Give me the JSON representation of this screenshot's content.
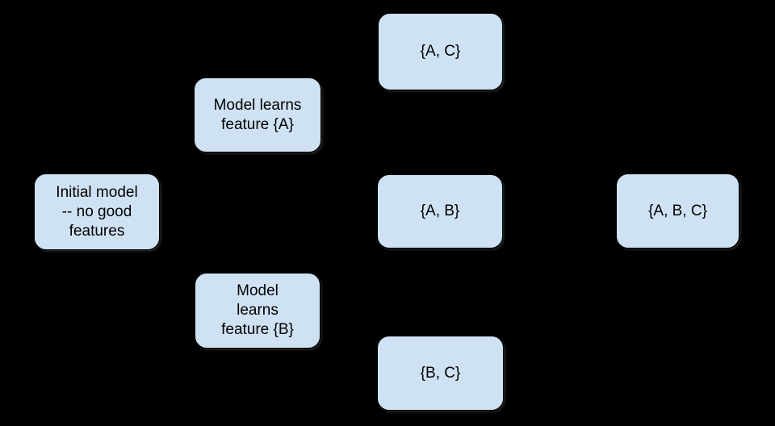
{
  "canvas": {
    "background_color": "#000000",
    "node_fill_color": "#cfe2f3",
    "node_text_color": "#000000"
  },
  "nodes": {
    "initial": {
      "label": "Initial model -- no good features",
      "lines": [
        "Initial model",
        "-- no good",
        "features"
      ]
    },
    "learn_a": {
      "label": "Model learns feature {A}",
      "lines": [
        "Model learns",
        "feature {A}"
      ]
    },
    "learn_b": {
      "label": "Model learns feature {B}",
      "lines": [
        "Model",
        "learns",
        "feature {B}"
      ]
    },
    "set_ac": {
      "label": "{A, C}",
      "lines": [
        "{A, C}"
      ]
    },
    "set_ab": {
      "label": "{A, B}",
      "lines": [
        "{A, B}"
      ]
    },
    "set_bc": {
      "label": "{B, C}",
      "lines": [
        "{B, C}"
      ]
    },
    "set_abc": {
      "label": "{A, B, C}",
      "lines": [
        "{A, B, C}"
      ]
    }
  }
}
